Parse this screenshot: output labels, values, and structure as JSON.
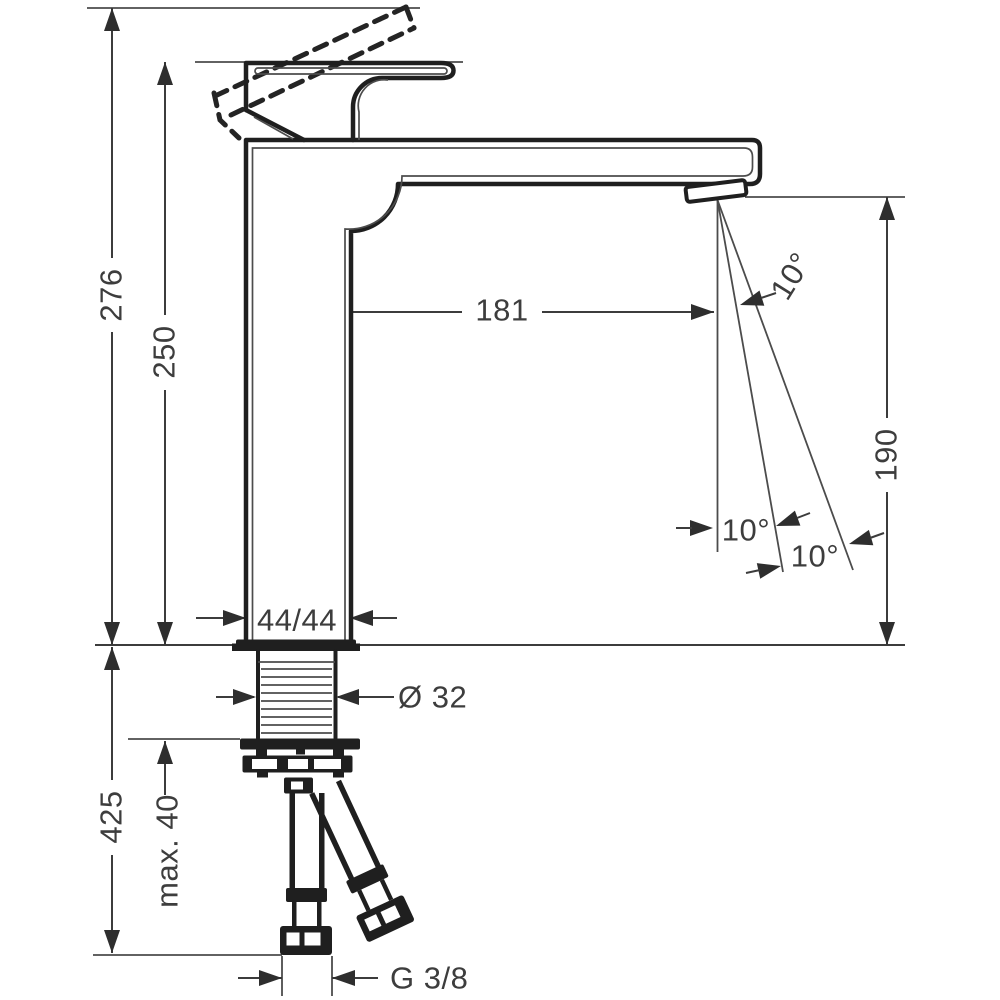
{
  "drawing": {
    "labels": {
      "height_overall": "276",
      "height_to_spout_top": "250",
      "reach": "181",
      "angle_spray": "10°",
      "angle_swivel_left": "10°",
      "angle_swivel_right": "10°",
      "outlet_height": "190",
      "body_width": "44/44",
      "hole_diameter": "Ø 32",
      "length_below_deck": "425",
      "max_counter_thickness": "max. 40",
      "connection_thread": "G 3/8"
    }
  }
}
